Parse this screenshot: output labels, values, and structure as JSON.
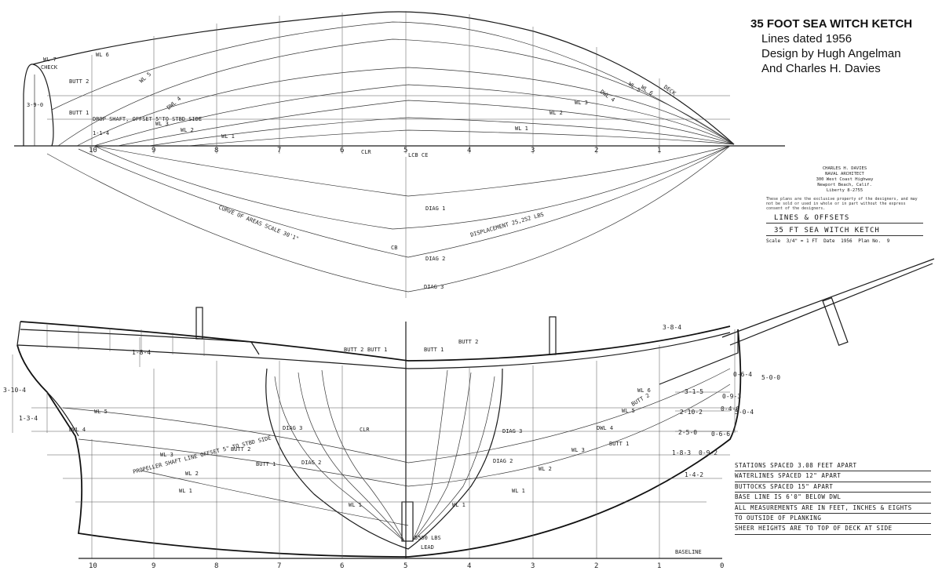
{
  "header": {
    "title": "35 FOOT SEA WITCH KETCH",
    "lines": [
      "Lines dated 1956",
      "Design by Hugh Angelman",
      "And Charles H. Davies"
    ]
  },
  "plate": {
    "architect": "CHARLES H. DAVIES",
    "role": "NAVAL ARCHITECT",
    "address": "300 West Coast Highway",
    "city": "Newport Beach, Calif.",
    "phone": "Liberty 8-2755",
    "notice": "These plans are the exclusive property of the designers, and may not be sold or used in whole or in part without the express consent of the designers.",
    "drawing_title": "LINES & OFFSETS",
    "vessel": "35 FT SEA WITCH KETCH",
    "scale_label": "Scale",
    "scale_value": "3/4\" = 1 FT",
    "date_label": "Date",
    "date_value": "1956",
    "plan_label": "Plan No.",
    "plan_value": "9"
  },
  "notes": [
    "STATIONS SPACED 3.08 FEET APART",
    "WATERLINES SPACED 12\" APART",
    "BUTTOCKS SPACED 15\" APART",
    "BASE LINE IS 6'0\" BELOW DWL",
    "ALL MEASUREMENTS ARE IN FEET, INCHES & EIGHTS",
    "  TO OUTSIDE OF PLANKING",
    "SHEER HEIGHTS ARE TO TOP OF DECK AT SIDE"
  ],
  "stations": [
    "10",
    "9",
    "8",
    "7",
    "6",
    "5",
    "4",
    "3",
    "2",
    "1",
    "0"
  ],
  "labels": {
    "wl1": "WL 1",
    "wl2": "WL 2",
    "wl3": "WL 3",
    "wl5": "WL 5",
    "wl6": "WL 6",
    "wl7": "WL 7",
    "dwl4": "DWL 4",
    "butt1": "BUTT 1",
    "butt2": "BUTT 2",
    "deck": "DECK",
    "diag1": "DIAG 1",
    "diag2": "DIAG 2",
    "diag3": "DIAG 3",
    "clr": "CLR",
    "cb": "CB",
    "lcb": "LCB CE",
    "baseline": "BASELINE",
    "curve": "CURVE OF AREAS SCALE 30'1\"",
    "displacement": "DISPLACEMENT 25,252 LBS",
    "lead_weight": "5500 LBS",
    "lead": "LEAD",
    "drop_note": "DROP SHAFT, OFFSET 5\"TO STBD SIDE",
    "prop_note": "PROPELLER SHAFT LINE OFFSET 5\" TO STBD SIDE",
    "wl7check": "CHECK"
  },
  "dims": {
    "stern_height": "3-9-0",
    "d_1_1_4": "1-1-4",
    "freeboard": "1-8-4",
    "stern_depth": "3-10-4",
    "d_1_3_4": "1-3-4",
    "bow_spr": "3-8-4",
    "bow_height": "5-0-0",
    "o_0_6_4": "0-6-4",
    "o_0_9_3": "0-9-3",
    "o_0_4_6": "0-4-6",
    "o_5_0_4": "5-0-4",
    "o_0_6_6": "0-6-6",
    "o_3_1_5": "3-1-5",
    "o_2_10_2": "2-10-2",
    "o_2_5_0": "2-5-0",
    "o_1_8_3": "1-8-3",
    "o_0_9_2": "0-9-2",
    "o_1_4_2": "1-4-2"
  }
}
